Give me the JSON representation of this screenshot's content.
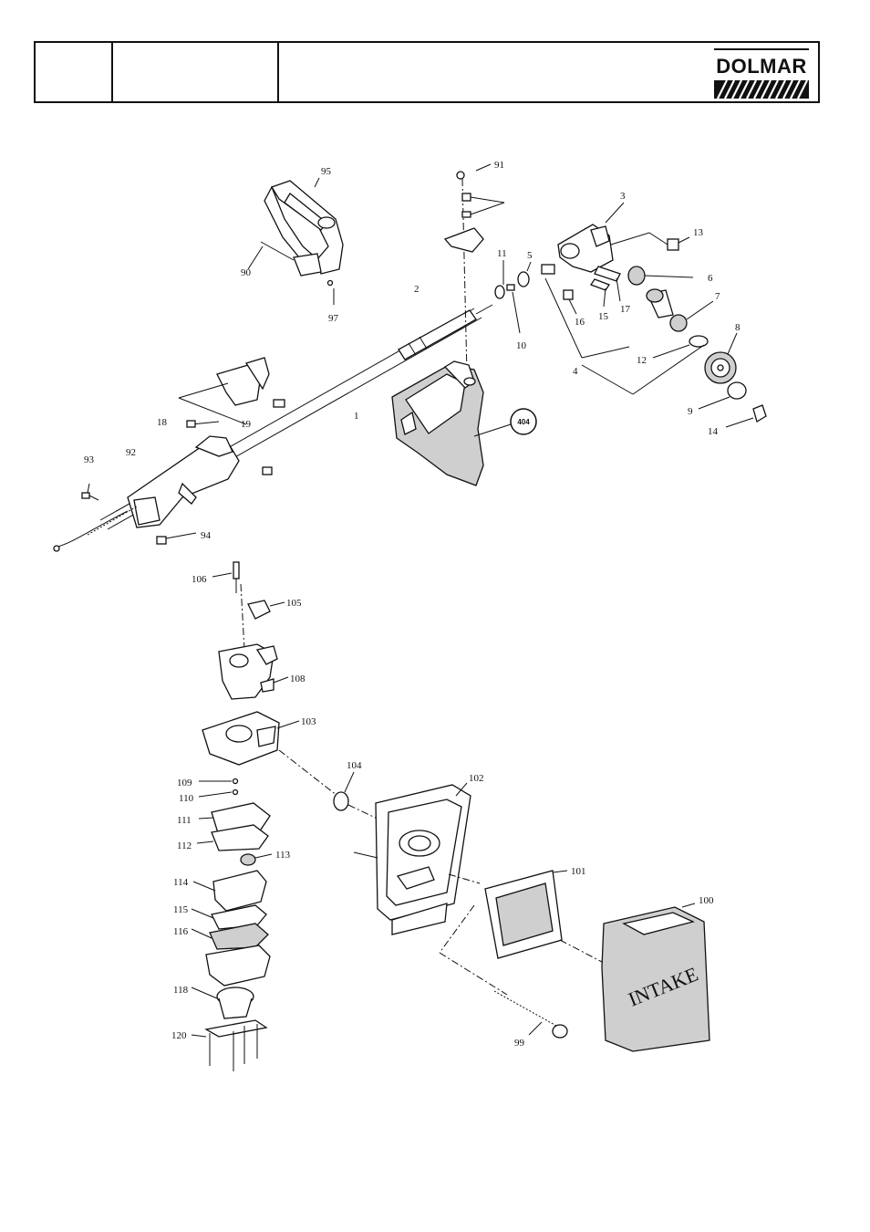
{
  "header": {
    "brand": "DOLMAR",
    "colors": {
      "ink": "#111111",
      "paper": "#ffffff"
    }
  },
  "labels": {
    "l1": "1",
    "l2": "2",
    "l3": "3",
    "l4": "4",
    "l5": "5",
    "l6": "6",
    "l7": "7",
    "l8": "8",
    "l9": "9",
    "l10": "10",
    "l11": "11",
    "l12": "12",
    "l13": "13",
    "l14": "14",
    "l15": "15",
    "l16": "16",
    "l17": "17",
    "l18": "18",
    "l19": "19",
    "l90": "90",
    "l91": "91",
    "l92": "92",
    "l93": "93",
    "l94": "94",
    "l95": "95",
    "l97": "97",
    "l99": "99",
    "l100": "100",
    "l101": "101",
    "l102": "102",
    "l103": "103",
    "l104": "104",
    "l105": "105",
    "l106": "106",
    "l108": "108",
    "l109": "109",
    "l110": "110",
    "l111": "111",
    "l112": "112",
    "l113": "113",
    "l114": "114",
    "l115": "115",
    "l116": "116",
    "l118": "118",
    "l120": "120",
    "ref404": "404"
  },
  "intake_text": "INTAKE"
}
